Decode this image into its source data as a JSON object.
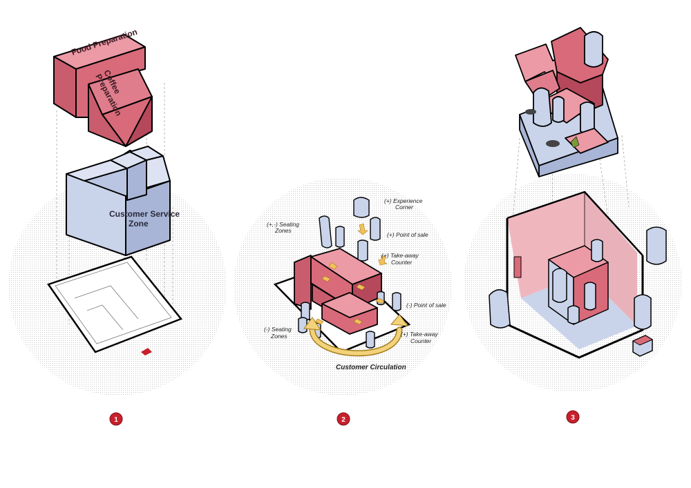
{
  "colors": {
    "red": "#d86a7a",
    "red_dark": "#b5485a",
    "red_light": "#ec9aa6",
    "blue": "#c9d3ea",
    "blue_dark": "#9eabcc",
    "arrow": "#f2c15a",
    "badge": "#c8202c"
  },
  "diagram1": {
    "food_prep": "Food Preparation",
    "coffee_prep_line1": "Coffee",
    "coffee_prep_line2": "Preparation",
    "customer_line1": "Customer Service",
    "customer_line2": "Zone",
    "number": "1"
  },
  "diagram2": {
    "experience": "(+) Experience",
    "experience2": "Corner",
    "seating_top": "(+,-) Seating",
    "seating_top2": "Zones",
    "pos_top": "(+) Point of sale",
    "takeaway_top": "(+) Take-away",
    "takeaway_top2": "Counter",
    "pos_minus": "(-) Point of sale",
    "seating_minus": "(-) Seating",
    "seating_minus2": "Zones",
    "takeaway_bottom": "(+) Take-away",
    "takeaway_bottom2": "Counter",
    "circulation": "Customer Circulation",
    "number": "2"
  },
  "diagram3": {
    "number": "3"
  }
}
